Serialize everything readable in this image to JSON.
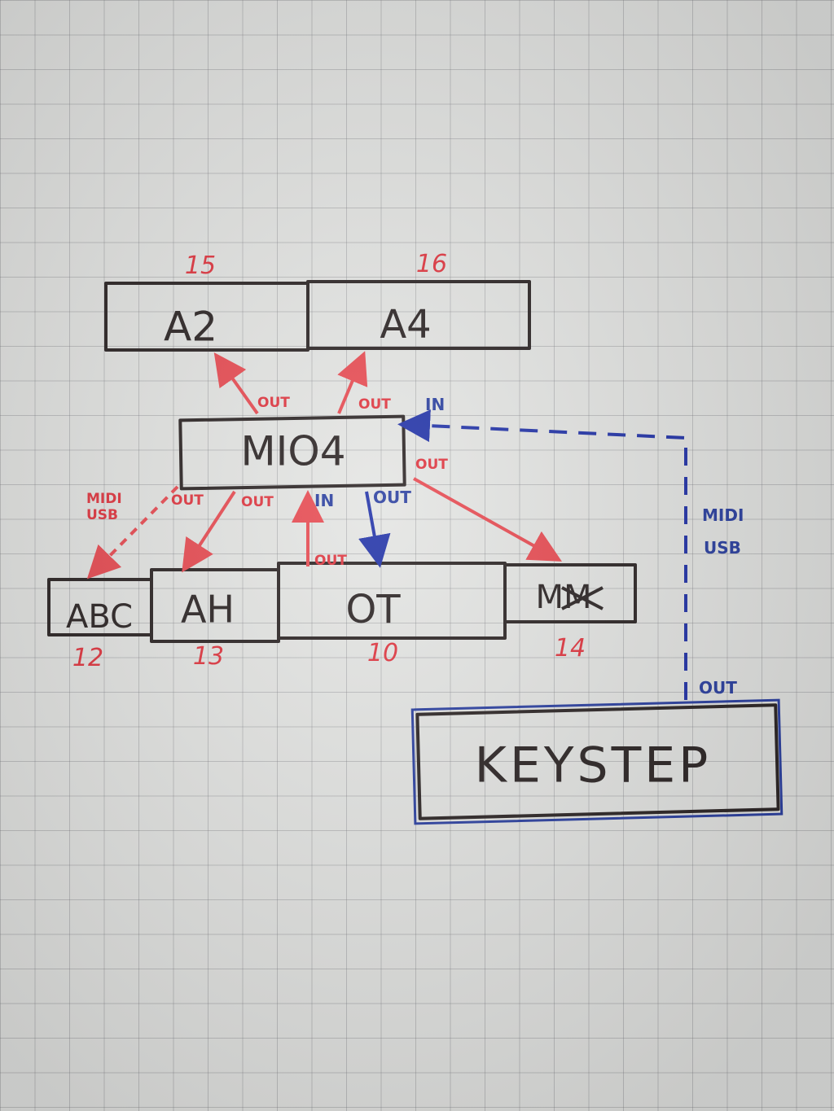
{
  "boxes": {
    "a2": {
      "label": "A2",
      "number": "15"
    },
    "a4": {
      "label": "A4",
      "number": "16"
    },
    "mio4": {
      "label": "MIO4"
    },
    "abc": {
      "label": "ABC",
      "number": "12"
    },
    "ah": {
      "label": "AH",
      "number": "13"
    },
    "ot": {
      "label": "OT",
      "number": "10"
    },
    "mm": {
      "label": "MM",
      "number": "14"
    },
    "keystep": {
      "label": "KEYSTEP"
    }
  },
  "ports": {
    "out": "OUT",
    "in": "IN",
    "midi_usb_red": [
      "MIDI",
      "USB"
    ],
    "midi_usb_blue": [
      "MIDI",
      "USB"
    ]
  },
  "colors": {
    "ink_black": "#2b2424",
    "ink_red": "#e0353f",
    "ink_blue": "#2a3fa0",
    "paper": "#e4e5e3"
  }
}
